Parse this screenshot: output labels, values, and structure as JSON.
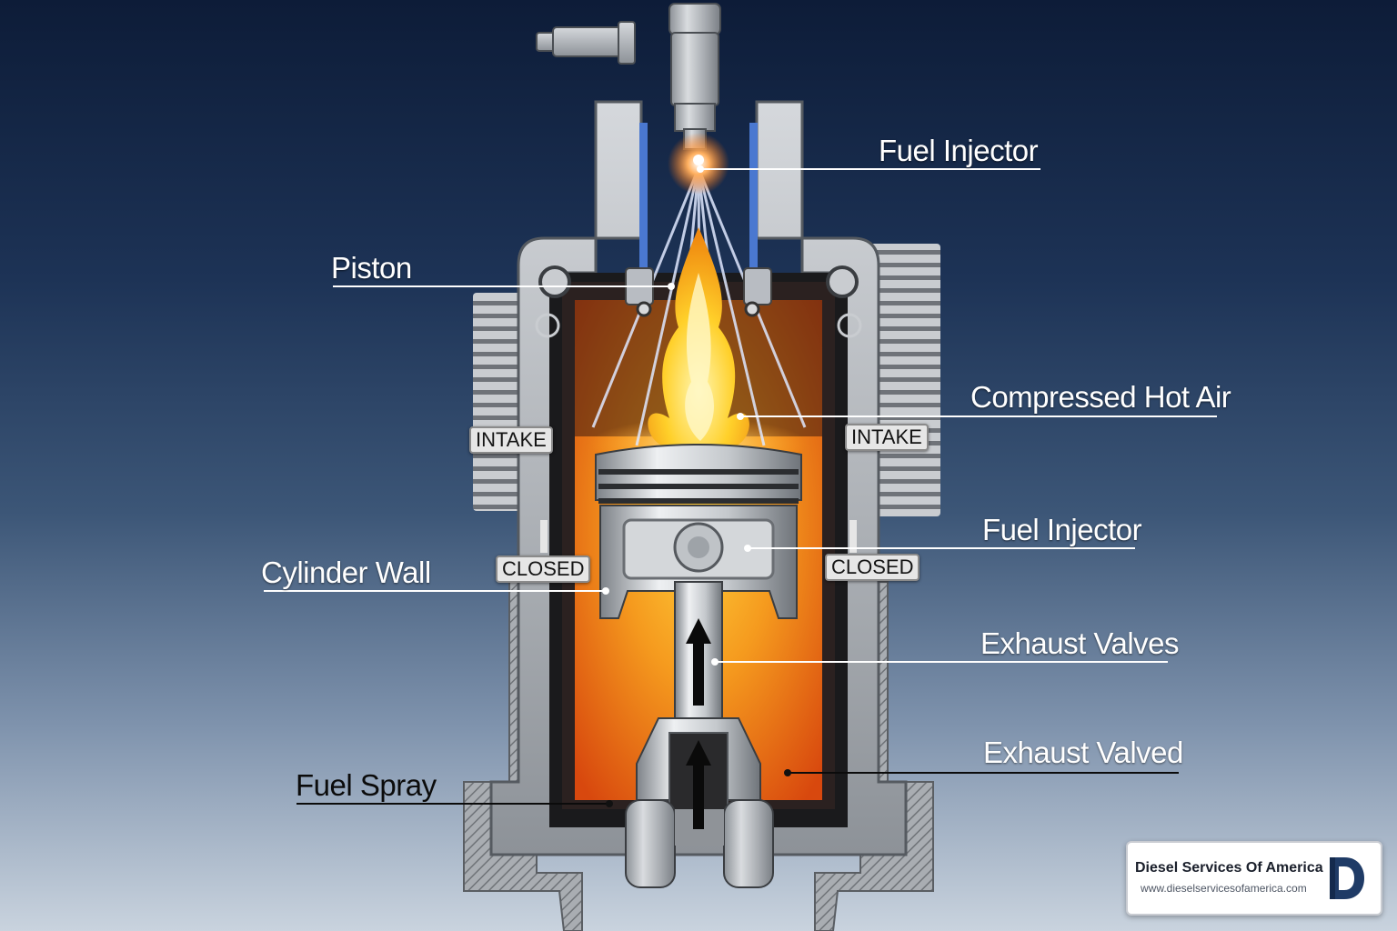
{
  "labels": {
    "fuel_injector_top": "Fuel Injector",
    "piston": "Piston",
    "compressed_hot_air": "Compressed Hot Air",
    "intake_left": "INTAKE",
    "intake_right": "INTAKE",
    "fuel_injector_mid": "Fuel Injector",
    "cylinder_wall": "Cylinder Wall",
    "closed_left": "CLOSED",
    "closed_right": "CLOSED",
    "exhaust_valves": "Exhaust Valves",
    "exhaust_valved": "Exhaust Valved",
    "fuel_spray": "Fuel Spray"
  },
  "brand": {
    "name": "Diesel Services Of America",
    "url": "www.dieselservicesofamerica.com",
    "logo_icon": "letter-d-logo-icon"
  },
  "colors": {
    "bg_top": "#0d1c38",
    "bg_bottom": "#c9d3de",
    "metal": "#b8bcc2",
    "fire": "#f28a1a",
    "flame_core": "#ffe14a",
    "valve_blue": "#4a78d0",
    "brand_navy": "#1f3b66"
  }
}
